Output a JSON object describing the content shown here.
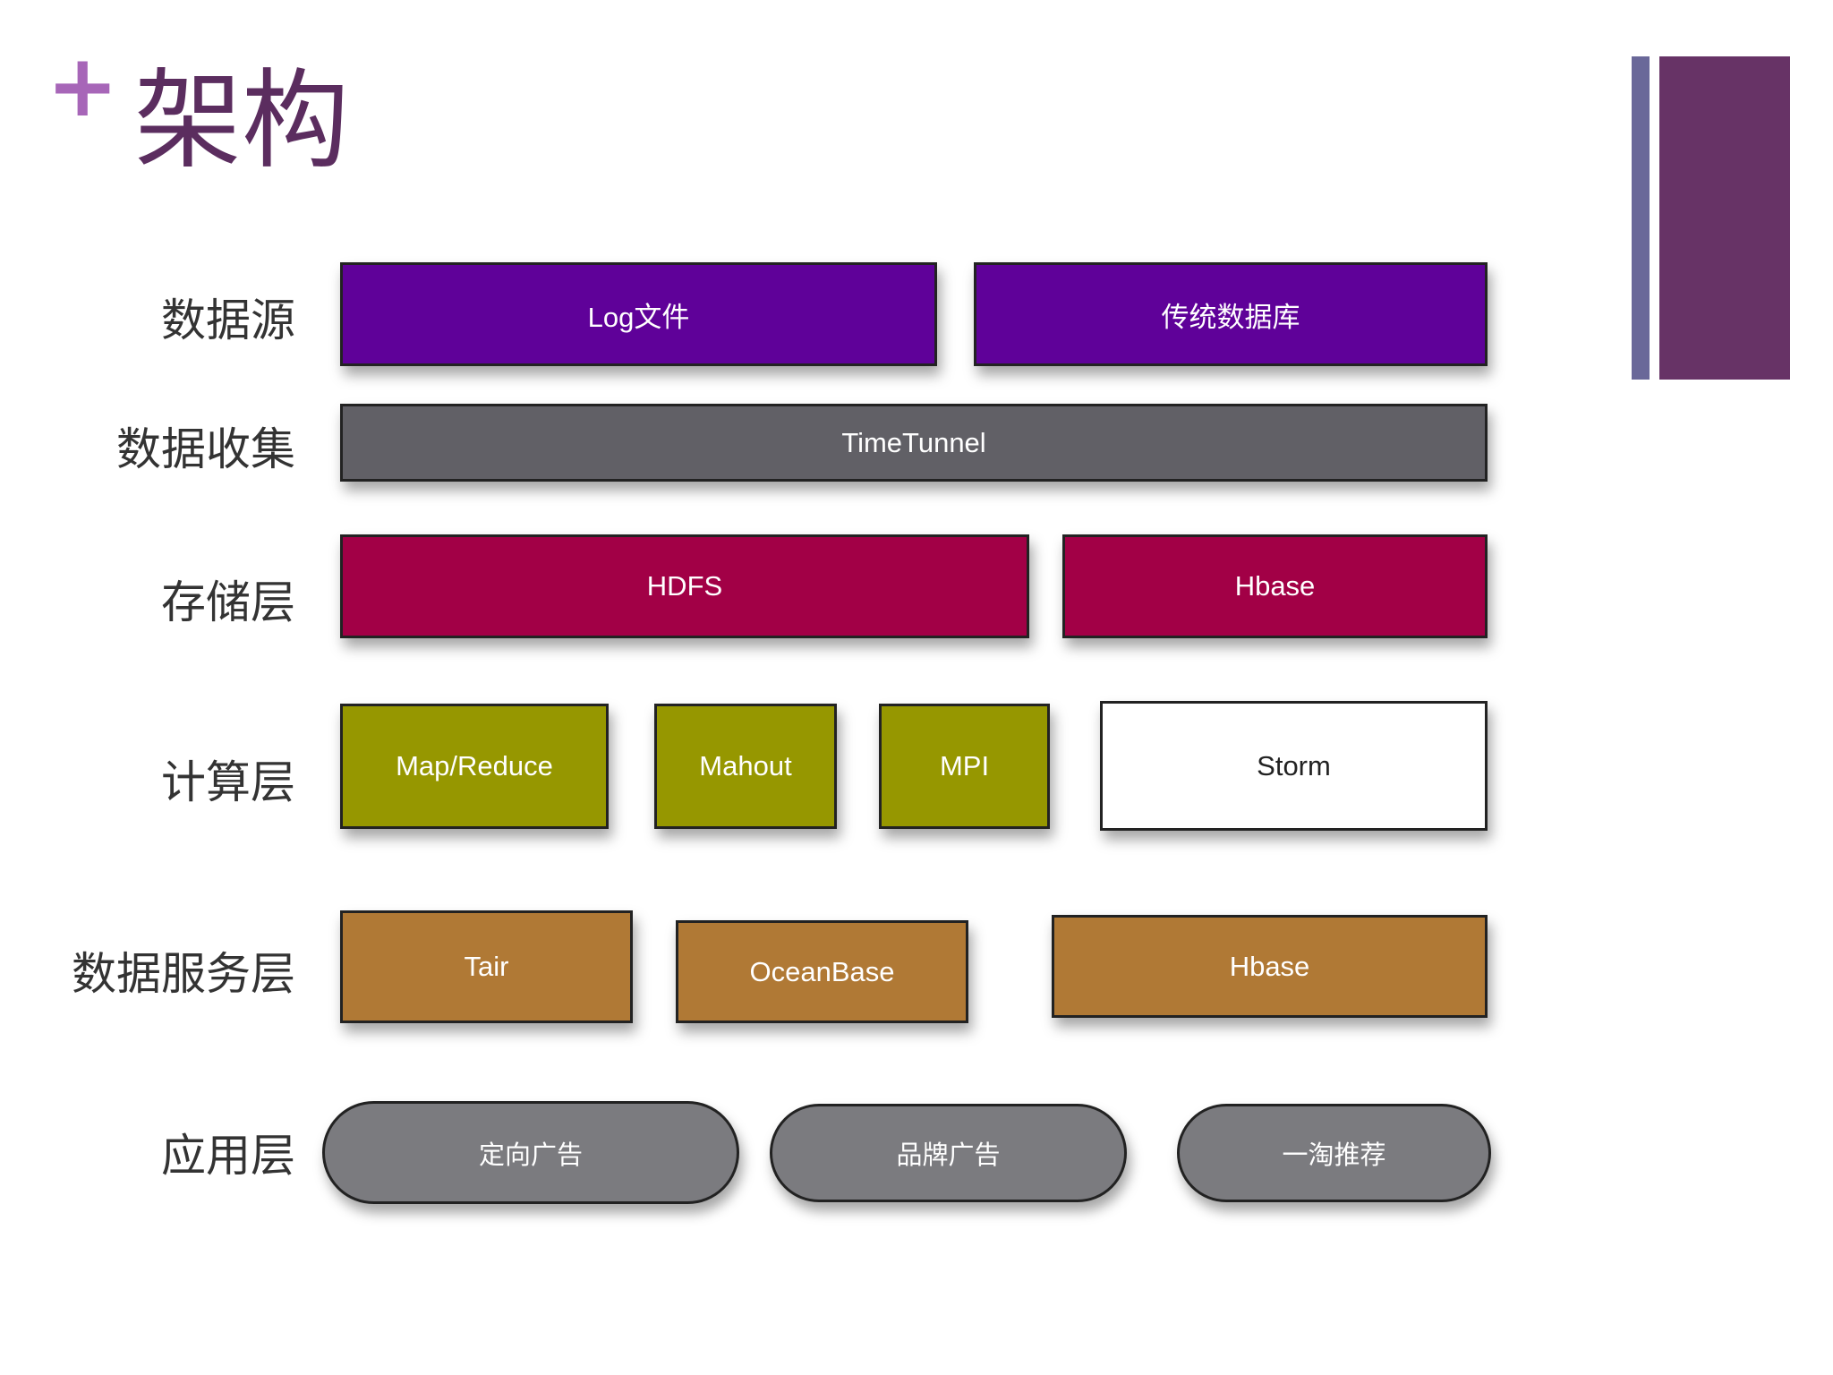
{
  "slide": {
    "plus_symbol": "+",
    "title": "架构"
  },
  "colors": {
    "data_source": "#5f0199",
    "collection": "#616066",
    "storage": "#a20046",
    "compute": "#969700",
    "storm": "#ffffff",
    "service": "#b07935",
    "application": "#7b7b7f",
    "title": "#5b2d5f",
    "plus": "#a766b8",
    "deco_thin": "#6a6899",
    "deco_wide": "#673366"
  },
  "rows": {
    "data_source": {
      "label": "数据源",
      "boxes": [
        "Log文件",
        "传统数据库"
      ]
    },
    "collection": {
      "label": "数据收集",
      "boxes": [
        "TimeTunnel"
      ]
    },
    "storage": {
      "label": "存储层",
      "boxes": [
        "HDFS",
        "Hbase"
      ]
    },
    "compute": {
      "label": "计算层",
      "boxes": [
        "Map/Reduce",
        "Mahout",
        "MPI",
        "Storm"
      ]
    },
    "service": {
      "label": "数据服务层",
      "boxes": [
        "Tair",
        "OceanBase",
        "Hbase"
      ]
    },
    "application": {
      "label": "应用层",
      "boxes": [
        "定向广告",
        "品牌广告",
        "一淘推荐"
      ]
    }
  }
}
